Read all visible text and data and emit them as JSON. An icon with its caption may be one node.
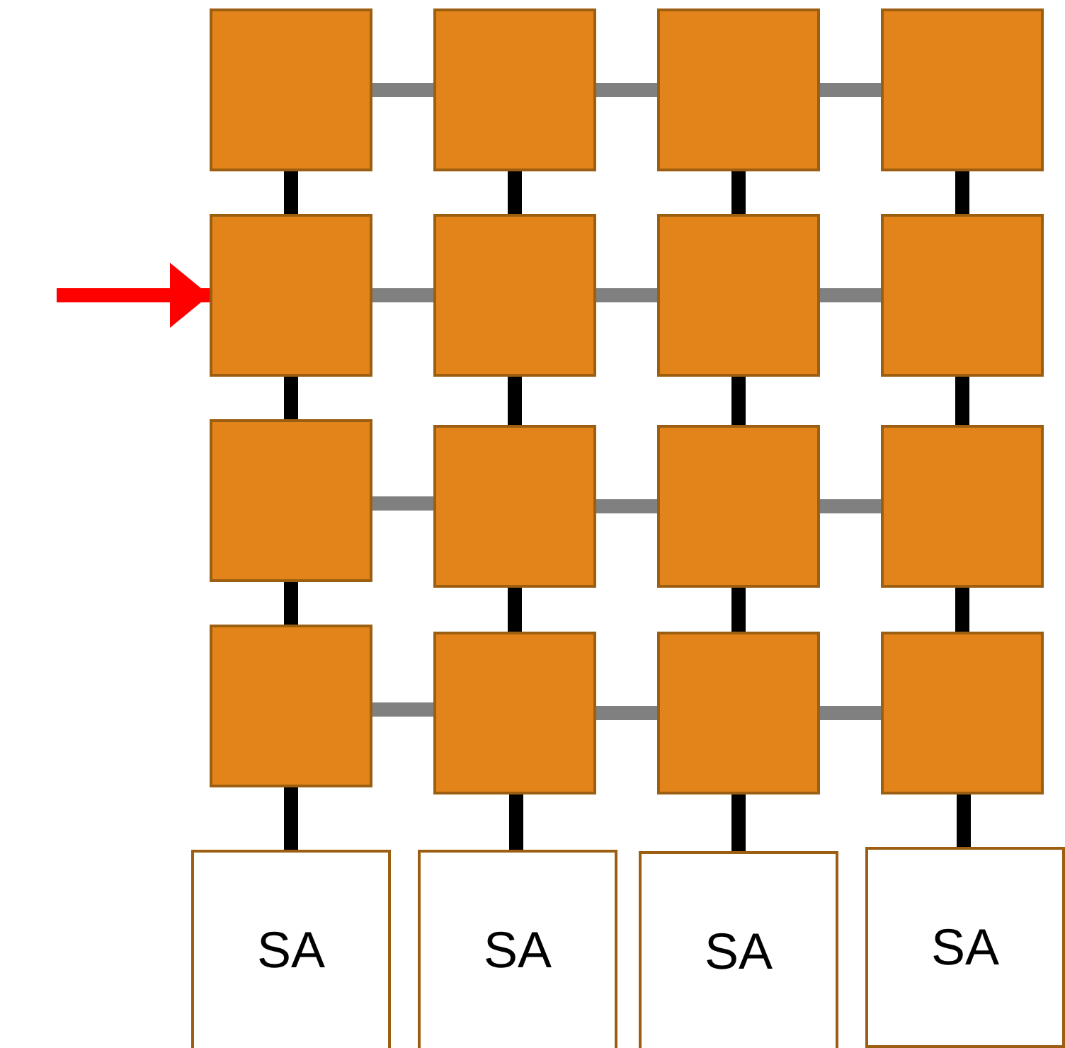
{
  "diagram": {
    "nodes": [
      {
        "text": [],
        "shape": "box"
      },
      {
        "text": [],
        "shape": "box"
      },
      {
        "text": [],
        "shape": "box"
      },
      {
        "text": [],
        "shape": "box"
      },
      {
        "text": [],
        "shape": "box"
      },
      {
        "text": [],
        "shape": "box"
      },
      {
        "text": [],
        "shape": "box"
      },
      {
        "text": [],
        "shape": "box"
      },
      {
        "text": [],
        "shape": "box"
      },
      {
        "text": [],
        "shape": "box"
      },
      {
        "text": [],
        "shape": "box"
      },
      {
        "text": [],
        "shape": "box"
      },
      {
        "text": [],
        "shape": "box"
      },
      {
        "text": [],
        "shape": "box"
      },
      {
        "text": [],
        "shape": "box"
      },
      {
        "text": [],
        "shape": "box"
      },
      {
        "text": [
          "SA"
        ]
      },
      {
        "text": [
          "SA"
        ]
      },
      {
        "text": [
          "SA"
        ]
      },
      {
        "text": [
          "SA"
        ]
      }
    ],
    "edges": [
      {
        "from": null,
        "to": 4,
        "arrow": "to",
        "color": "#ff0000"
      },
      {
        "from": 0,
        "to": 1,
        "arrow": "none",
        "color": "#808080"
      },
      {
        "from": 1,
        "to": 2,
        "arrow": "none",
        "color": "#808080"
      },
      {
        "from": 2,
        "to": 3,
        "arrow": "none",
        "color": "#808080"
      },
      {
        "from": 4,
        "to": 5,
        "arrow": "none",
        "color": "#808080"
      },
      {
        "from": 5,
        "to": 6,
        "arrow": "none",
        "color": "#808080"
      },
      {
        "from": 6,
        "to": 7,
        "arrow": "none",
        "color": "#808080"
      },
      {
        "from": 8,
        "to": 9,
        "arrow": "none",
        "color": "#808080"
      },
      {
        "from": 9,
        "to": 10,
        "arrow": "none",
        "color": "#808080"
      },
      {
        "from": 10,
        "to": 11,
        "arrow": "none",
        "color": "#808080"
      },
      {
        "from": 12,
        "to": 13,
        "arrow": "none",
        "color": "#808080"
      },
      {
        "from": 13,
        "to": 14,
        "arrow": "none",
        "color": "#808080"
      },
      {
        "from": 14,
        "to": 15,
        "arrow": "none",
        "color": "#808080"
      },
      {
        "from": 0,
        "to": 4,
        "arrow": "none"
      },
      {
        "from": 1,
        "to": 5,
        "arrow": "none"
      },
      {
        "from": 2,
        "to": 6,
        "arrow": "none"
      },
      {
        "from": 3,
        "to": 7,
        "arrow": "none"
      },
      {
        "from": 4,
        "to": 8,
        "arrow": "none"
      },
      {
        "from": 5,
        "to": 9,
        "arrow": "none"
      },
      {
        "from": 6,
        "to": 10,
        "arrow": "none"
      },
      {
        "from": 7,
        "to": 11,
        "arrow": "none"
      },
      {
        "from": 8,
        "to": 12,
        "arrow": "none"
      },
      {
        "from": 9,
        "to": 13,
        "arrow": "none"
      },
      {
        "from": 10,
        "to": 14,
        "arrow": "none"
      },
      {
        "from": 11,
        "to": 15,
        "arrow": "none"
      },
      {
        "from": 12,
        "to": 16,
        "arrow": "none"
      },
      {
        "from": 13,
        "to": 17,
        "arrow": "none"
      },
      {
        "from": 14,
        "to": 18,
        "arrow": "none"
      },
      {
        "from": 15,
        "to": 19,
        "arrow": "none"
      }
    ]
  }
}
